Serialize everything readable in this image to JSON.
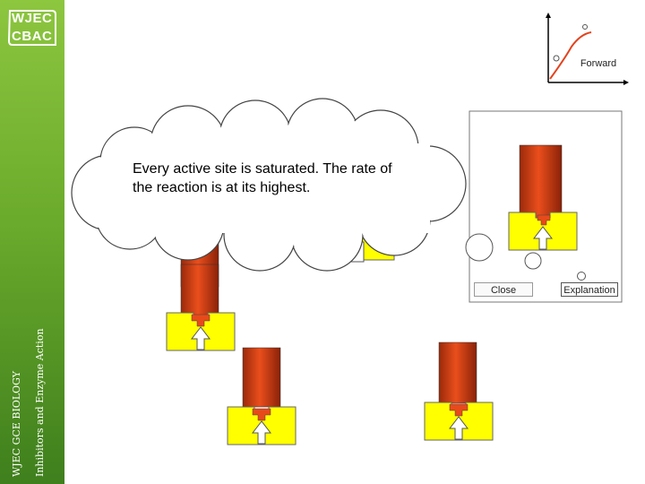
{
  "logo": {
    "line1": "WJEC",
    "line2": "CBAC"
  },
  "sidebar": {
    "course_text": "WJEC GCE BIOLOGY",
    "topic_text": "Inhibitors and Enzyme Action"
  },
  "controls": {
    "forward_label": "Forward",
    "close_label": "Close",
    "explanation_label": "Explanation"
  },
  "speech_bubble": {
    "text": "Every active site is saturated. The rate of the reaction is at its highest."
  },
  "graph": {
    "curve_color": "#e2431e",
    "axis_color": "#000000"
  },
  "colors": {
    "substrate_red": "#e84a1a",
    "enzyme_yellow": "#ffff00",
    "sidebar_green": "#6bab2c"
  },
  "icons": {
    "sidebar_logo": "wjec-cbac-logo",
    "graph": "rate-graph-icon",
    "bubble": "thought-cloud"
  }
}
